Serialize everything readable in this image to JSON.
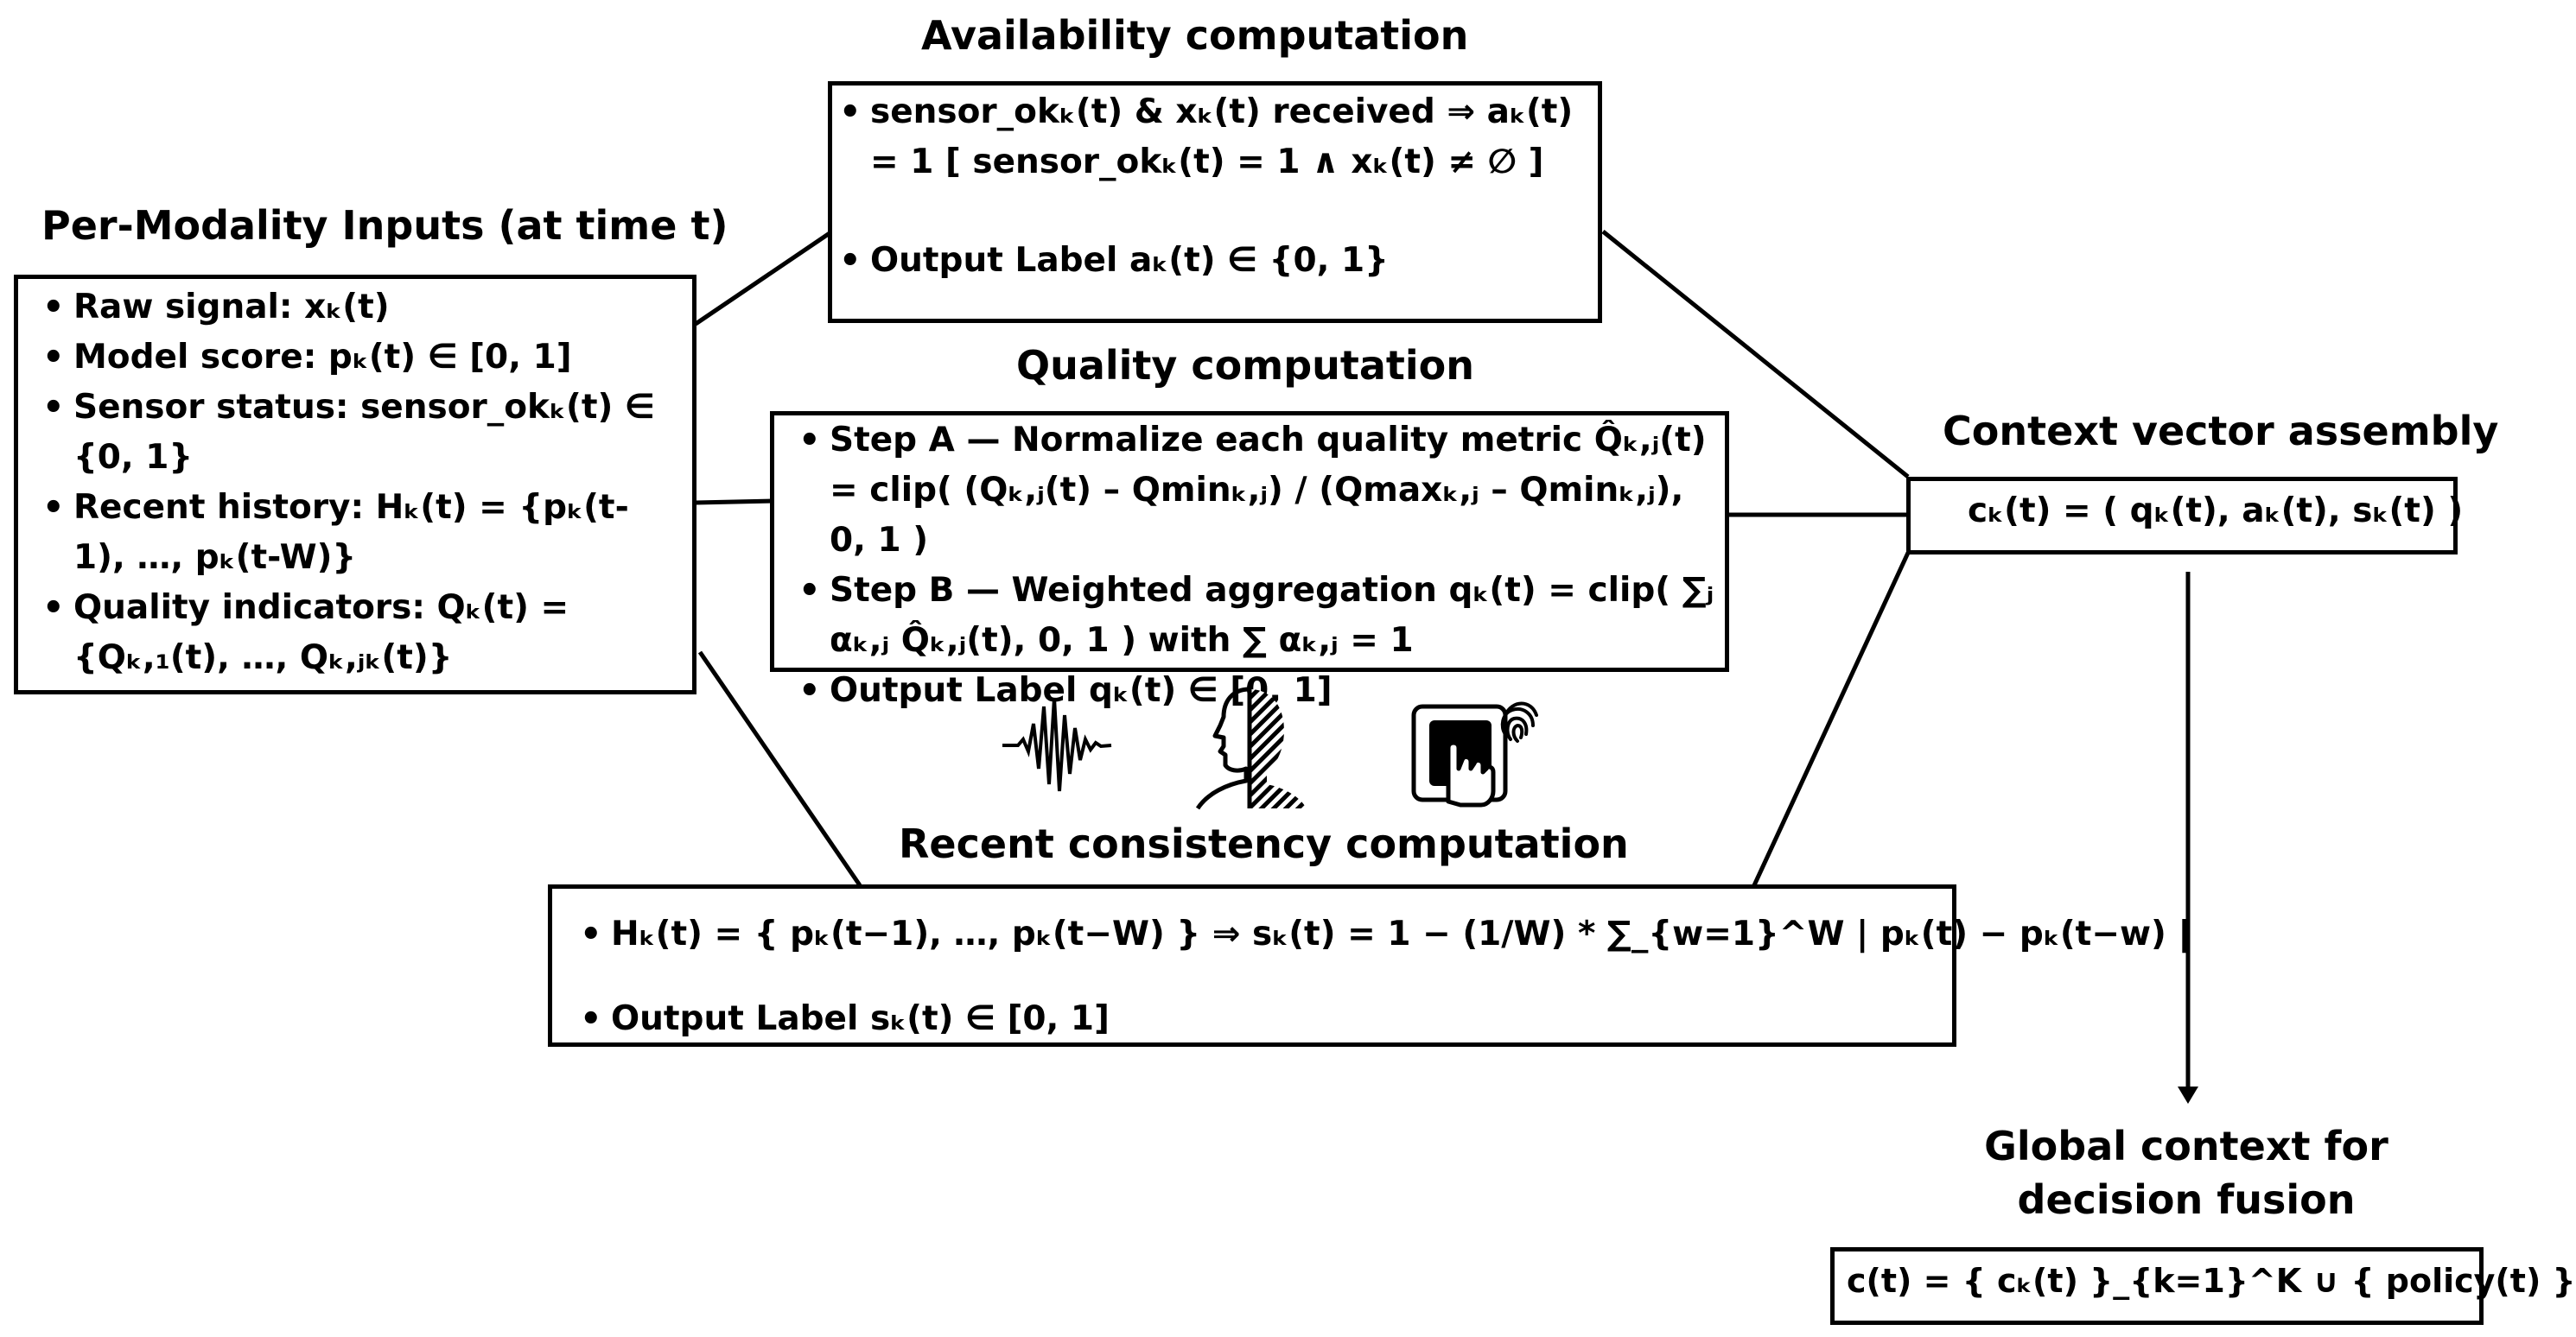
{
  "inputs": {
    "title": "Per-Modality Inputs (at time t)",
    "items": [
      "Raw signal: xₖ(t)",
      "Model score: pₖ(t) ∈ [0, 1]",
      "Sensor status: sensor_okₖ(t) ∈ {0, 1}",
      "Recent history: Hₖ(t) = {pₖ(t-1), …, pₖ(t-W)}",
      "Quality indicators: Qₖ(t) = {Qₖ,₁(t), …, Qₖ,ⱼₖ(t)}"
    ]
  },
  "availability": {
    "title": "Availability computation",
    "items": [
      "sensor_okₖ(t) & xₖ(t) received ⇒ aₖ(t) = 1 [ sensor_okₖ(t) = 1 ∧ xₖ(t) ≠ ∅ ]",
      "Output Label aₖ(t) ∈ {0, 1}"
    ]
  },
  "quality": {
    "title": "Quality computation",
    "items": [
      "Step A — Normalize each quality metric Q̂ₖ,ⱼ(t) = clip( (Qₖ,ⱼ(t) – Qminₖ,ⱼ) / (Qmaxₖ,ⱼ – Qminₖ,ⱼ), 0, 1 )",
      "Step B — Weighted aggregation qₖ(t) = clip( ∑ⱼ αₖ,ⱼ Q̂ₖ,ⱼ(t), 0, 1 ) with ∑ αₖ,ⱼ = 1",
      "Output Label qₖ(t) ∈ [0, 1]"
    ]
  },
  "consistency": {
    "title": "Recent consistency computation",
    "items": [
      "Hₖ(t) = { pₖ(t−1), …, pₖ(t−W) } ⇒ sₖ(t) = 1 − (1/W) * ∑_{w=1}^W | pₖ(t) − pₖ(t−w) |",
      "Output Label sₖ(t) ∈ [0, 1]"
    ]
  },
  "context": {
    "title": "Context vector assembly",
    "formula": "cₖ(t) = ( qₖ(t), aₖ(t), sₖ(t) )"
  },
  "global": {
    "title_line1": "Global context for",
    "title_line2": "decision fusion",
    "formula": "c(t) = { cₖ(t) }_{k=1}^K ∪ { policy(t) }"
  },
  "icons": [
    "waveform-icon",
    "face-profile-icon",
    "fingerprint-touch-icon"
  ]
}
